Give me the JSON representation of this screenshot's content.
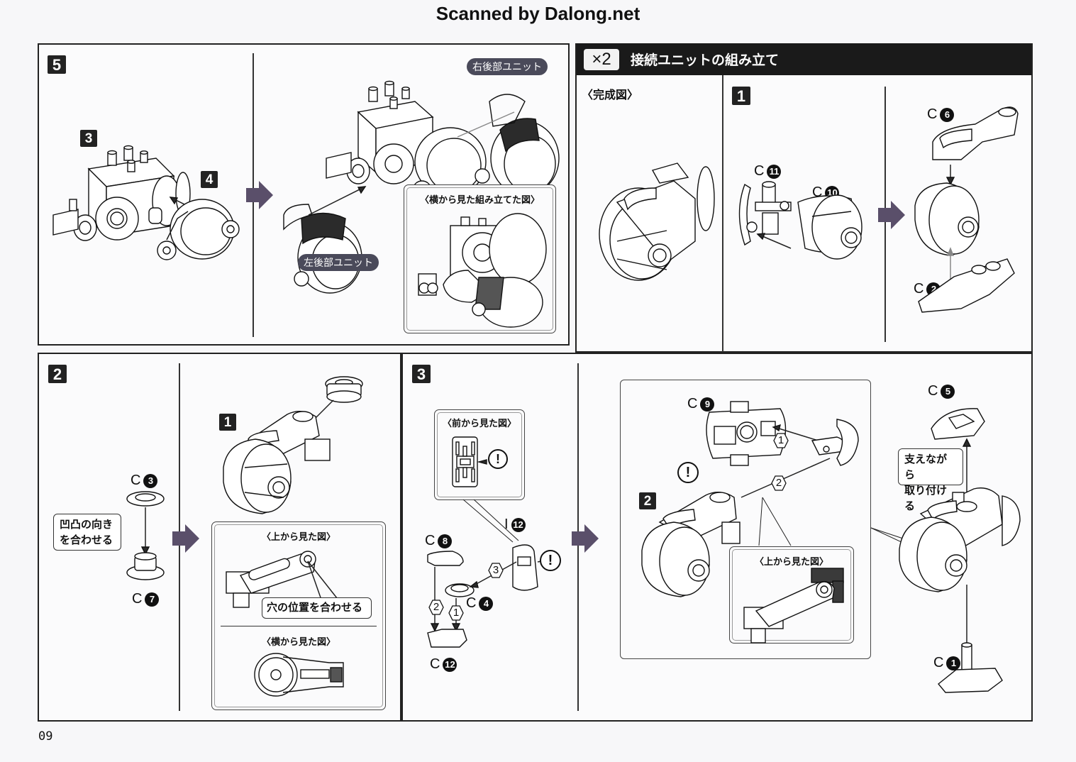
{
  "watermark": "Scanned by Dalong.net",
  "page_number": "09",
  "step5": {
    "step_number": "5",
    "sub_labels": [
      "3",
      "4"
    ],
    "right_unit_label": "右後部ユニット",
    "left_unit_label": "左後部ユニット",
    "inset_title": "〈横から見た組み立てた図〉"
  },
  "section_x2": {
    "multiplier": "×2",
    "title": "接続ユニットの組み立て",
    "completed_label": "〈完成図〉",
    "step1": {
      "step_number": "1",
      "parts": [
        {
          "letter": "C",
          "num": "11"
        },
        {
          "letter": "C",
          "num": "10"
        },
        {
          "letter": "C",
          "num": "6"
        },
        {
          "letter": "C",
          "num": "2"
        }
      ]
    }
  },
  "step2": {
    "step_number": "2",
    "part_top": {
      "letter": "C",
      "num": "3"
    },
    "part_bottom": {
      "letter": "C",
      "num": "7"
    },
    "callout": [
      "凹凸の向き",
      "を合わせる"
    ],
    "sub_label": "1",
    "inset_top_title": "〈上から見た図〉",
    "inset_callout": "穴の位置を合わせる",
    "inset_bottom_title": "〈横から見た図〉"
  },
  "step3": {
    "step_number": "3",
    "front_view_title": "〈前から見た図〉",
    "parts": {
      "c8": {
        "letter": "C",
        "num": "8"
      },
      "i12": {
        "letter": "I",
        "num": "12"
      },
      "c4": {
        "letter": "C",
        "num": "4"
      },
      "c12": {
        "letter": "C",
        "num": "12"
      },
      "c9": {
        "letter": "C",
        "num": "9"
      },
      "c5": {
        "letter": "C",
        "num": "5"
      },
      "c1": {
        "letter": "C",
        "num": "1"
      }
    },
    "order_marks": [
      "1",
      "2",
      "3"
    ],
    "warning_mark": "!",
    "sub_label": "2",
    "top_view_title": "〈上から見た図〉",
    "callout": [
      "支えながら",
      "取り付ける"
    ]
  }
}
